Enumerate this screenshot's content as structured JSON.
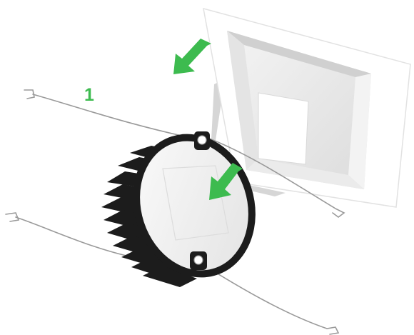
{
  "step": {
    "number": "1"
  },
  "colors": {
    "arrow": "#3dbb4f",
    "trim_face": "#ffffff",
    "trim_inner": "#ececec",
    "trim_shadow": "#d9d9d9",
    "heatsink": "#1c1c1c",
    "lens": "#f2f2f2",
    "spring_wire": "#9a9a9a"
  },
  "illustration": {
    "parts": [
      "square-trim",
      "led-module",
      "torsion-springs",
      "direction-arrows"
    ]
  }
}
